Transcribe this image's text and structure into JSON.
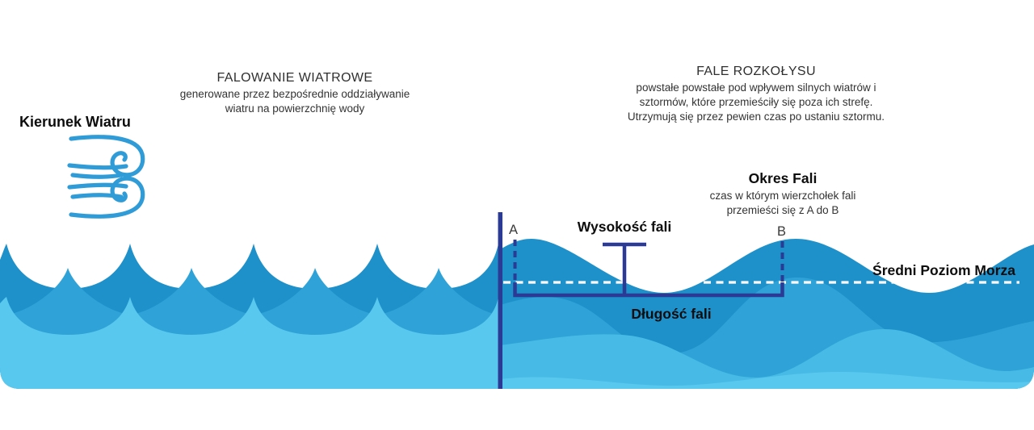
{
  "wind_section": {
    "direction_label": "Kierunek Wiatru",
    "title": "FALOWANIE WIATROWE",
    "subtitle_lines": [
      "generowane przez bezpośrednie oddziaływanie",
      "wiatru na powierzchnię wody"
    ]
  },
  "swell_section": {
    "title": "FALE ROZKOŁYSU",
    "subtitle_lines": [
      "powstałe powstałe pod wpływem silnych wiatrów i",
      "sztormów, które przemieściły się poza ich strefę.",
      "Utrzymują się przez pewien czas po ustaniu sztormu."
    ]
  },
  "annotations": {
    "wave_period": {
      "title": "Okres Fali",
      "subtitle_lines": [
        "czas w którym wierzchołek fali",
        "przemieści się z A do B"
      ]
    },
    "wave_height_label": "Wysokość fali",
    "wave_length_label": "Długość fali",
    "sea_level_label": "Średni Poziom Morza",
    "point_a": "A",
    "point_b": "B"
  },
  "colors": {
    "wave_dark": "#1E90CA",
    "wave_medium": "#2FA3D7",
    "wave_light": "#47BBE5",
    "wave_lightest": "#58C8EE",
    "annotation_navy": "#2B3A94",
    "sea_level_line": "#FFFFFF",
    "wind_icon_blue": "#2F9CD8"
  }
}
